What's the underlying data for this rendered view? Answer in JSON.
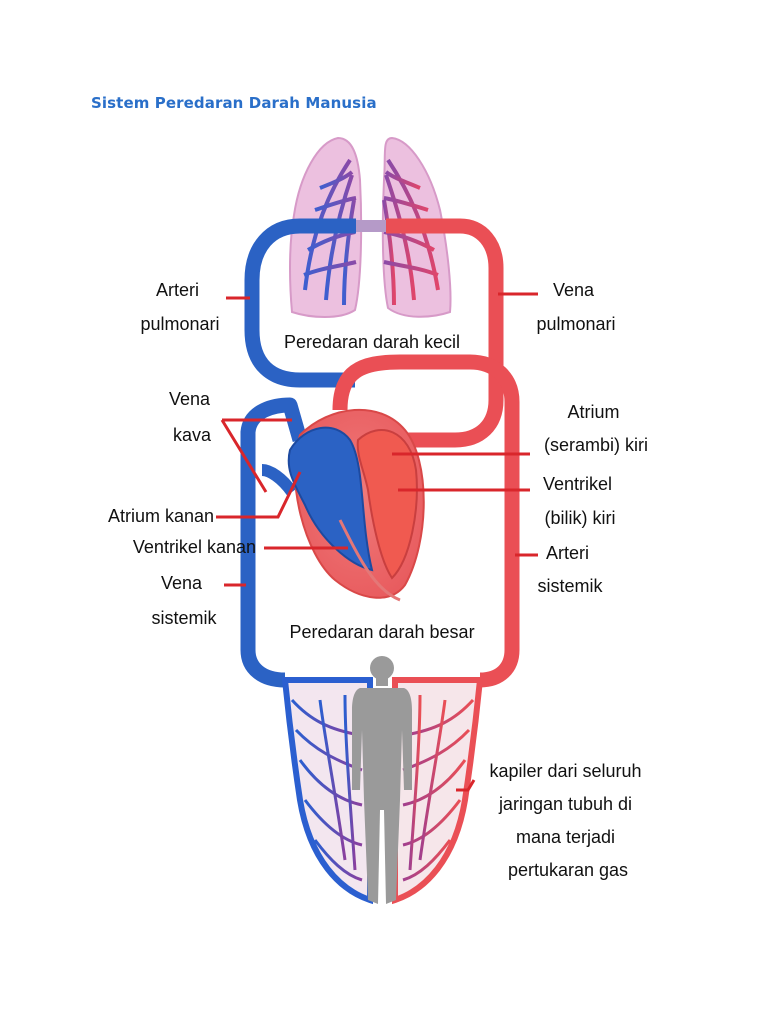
{
  "title": "Sistem Peredaran Darah Manusia",
  "labels": {
    "arteri_pulmonari": [
      "Arteri",
      "pulmonari"
    ],
    "vena_pulmonari": [
      "Vena",
      "pulmonari"
    ],
    "peredaran_kecil": "Peredaran darah kecil",
    "vena_kava": [
      "Vena",
      "kava"
    ],
    "atrium_kiri": [
      "Atrium",
      "(serambi) kiri"
    ],
    "ventrikel_kiri": [
      "Ventrikel",
      "(bilik) kiri"
    ],
    "atrium_kanan": "Atrium kanan",
    "ventrikel_kanan": "Ventrikel kanan",
    "arteri_sistemik": [
      "Arteri",
      "sistemik"
    ],
    "vena_sistemik": [
      "Vena",
      "sistemik"
    ],
    "peredaran_besar": "Peredaran darah besar",
    "kapiler": [
      "kapiler dari seluruh",
      "jaringan tubuh di",
      "mana terjadi",
      "pertukaran gas"
    ]
  },
  "colors": {
    "title": "#2a6fc9",
    "deoxygenated": "#2b62c4",
    "oxygenated": "#ea4f55",
    "lungs": "#e7b8d8",
    "pointer": "#d9262b",
    "human": "#9a9a9a"
  }
}
